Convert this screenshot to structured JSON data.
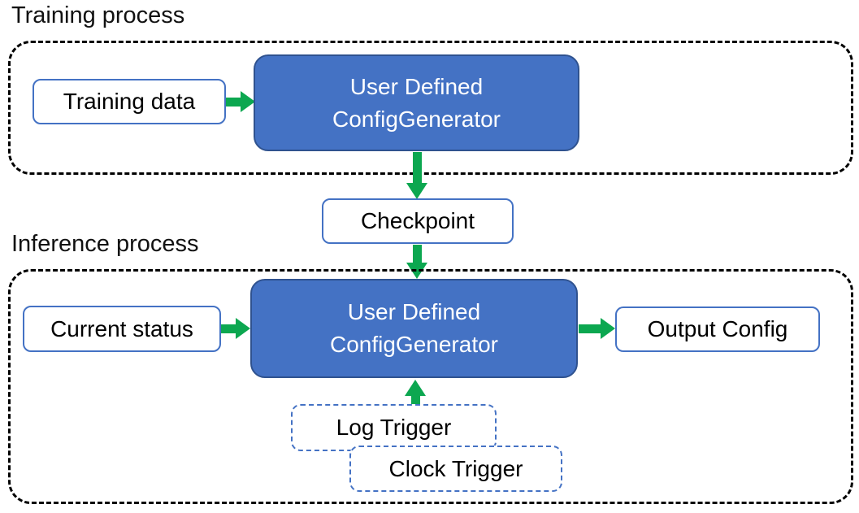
{
  "colors": {
    "generator_fill": "#4472C4",
    "generator_border": "#2F528F",
    "box_border_blue": "#4472C4",
    "arrow_green": "#0CA750",
    "container_border": "#000000",
    "text_dark": "#111111",
    "text_on_blue": "#ffffff"
  },
  "training_section": {
    "label": "Training process",
    "input_box": "Training data",
    "generator_line1": "User Defined",
    "generator_line2": "ConfigGenerator"
  },
  "checkpoint_box": "Checkpoint",
  "inference_section": {
    "label": "Inference process",
    "input_box": "Current status",
    "generator_line1": "User Defined",
    "generator_line2": "ConfigGenerator",
    "output_box": "Output Config",
    "log_trigger_box": "Log Trigger",
    "clock_trigger_box": "Clock Trigger"
  }
}
